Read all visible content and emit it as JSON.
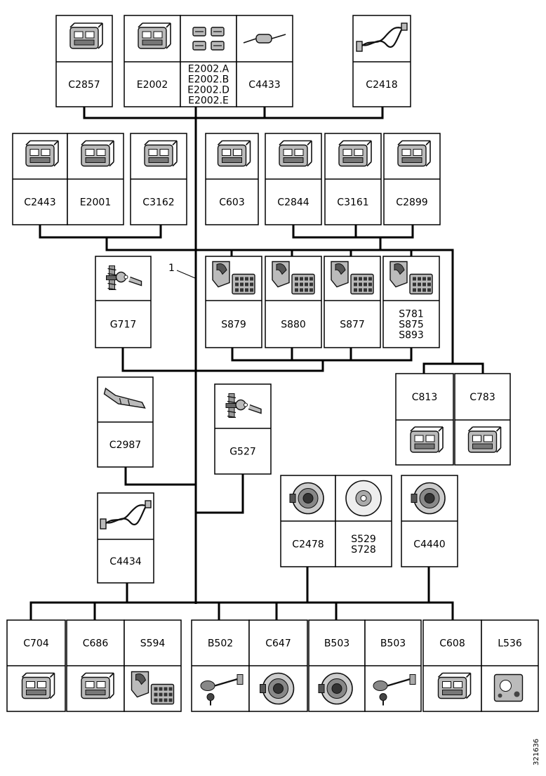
{
  "diagram": {
    "leader_label": "1",
    "figure_id": "321636"
  },
  "components": [
    {
      "id": "c2857",
      "codes": [
        "C2857"
      ],
      "icon": "connector-icon"
    },
    {
      "id": "e2002",
      "codes": [
        "E2002"
      ],
      "icon": "connector-icon"
    },
    {
      "id": "e2002-parts",
      "codes": [
        "E2002.A",
        "E2002.B",
        "E2002.D",
        "E2002.E"
      ],
      "icon": "terminal-set-icon"
    },
    {
      "id": "c4433",
      "codes": [
        "C4433"
      ],
      "icon": "inline-splice-icon"
    },
    {
      "id": "c2418",
      "codes": [
        "C2418"
      ],
      "icon": "twisted-pair-icon"
    },
    {
      "id": "c2443",
      "codes": [
        "C2443"
      ],
      "icon": "connector-icon"
    },
    {
      "id": "e2001",
      "codes": [
        "E2001"
      ],
      "icon": "connector-icon"
    },
    {
      "id": "c3162",
      "codes": [
        "C3162"
      ],
      "icon": "connector-icon"
    },
    {
      "id": "c603",
      "codes": [
        "C603"
      ],
      "icon": "connector-icon"
    },
    {
      "id": "c2844",
      "codes": [
        "C2844"
      ],
      "icon": "connector-icon"
    },
    {
      "id": "c3161",
      "codes": [
        "C3161"
      ],
      "icon": "connector-icon"
    },
    {
      "id": "c2899",
      "codes": [
        "C2899"
      ],
      "icon": "connector-icon"
    },
    {
      "id": "g717",
      "codes": [
        "G717"
      ],
      "icon": "ground-bolt-icon"
    },
    {
      "id": "s879",
      "codes": [
        "S879"
      ],
      "icon": "splice-connector-icon"
    },
    {
      "id": "s880",
      "codes": [
        "S880"
      ],
      "icon": "splice-connector-icon"
    },
    {
      "id": "s877",
      "codes": [
        "S877"
      ],
      "icon": "splice-connector-icon"
    },
    {
      "id": "s781",
      "codes": [
        "S781",
        "S875",
        "S893"
      ],
      "icon": "splice-connector-icon"
    },
    {
      "id": "c813",
      "codes": [
        "C813"
      ],
      "icon": "connector-icon"
    },
    {
      "id": "c783",
      "codes": [
        "C783"
      ],
      "icon": "connector-icon"
    },
    {
      "id": "c2987",
      "codes": [
        "C2987"
      ],
      "icon": "terminal-icon"
    },
    {
      "id": "g527",
      "codes": [
        "G527"
      ],
      "icon": "ground-bolt-icon"
    },
    {
      "id": "c2478",
      "codes": [
        "C2478"
      ],
      "icon": "round-connector-icon"
    },
    {
      "id": "s529",
      "codes": [
        "S529",
        "S728"
      ],
      "icon": "grommet-icon"
    },
    {
      "id": "c4440",
      "codes": [
        "C4440"
      ],
      "icon": "round-connector-icon"
    },
    {
      "id": "c4434",
      "codes": [
        "C4434"
      ],
      "icon": "twisted-pair-icon"
    },
    {
      "id": "c704",
      "codes": [
        "C704"
      ],
      "icon": "connector-icon"
    },
    {
      "id": "c686",
      "codes": [
        "C686"
      ],
      "icon": "connector-icon"
    },
    {
      "id": "s594",
      "codes": [
        "S594"
      ],
      "icon": "splice-connector-icon"
    },
    {
      "id": "b502",
      "codes": [
        "B502"
      ],
      "icon": "sensor-icon"
    },
    {
      "id": "c647",
      "codes": [
        "C647"
      ],
      "icon": "round-connector-icon"
    },
    {
      "id": "b503a",
      "codes": [
        "B503"
      ],
      "icon": "round-connector-icon"
    },
    {
      "id": "b503b",
      "codes": [
        "B503"
      ],
      "icon": "sensor-icon"
    },
    {
      "id": "c608",
      "codes": [
        "C608"
      ],
      "icon": "connector-icon"
    },
    {
      "id": "l536",
      "codes": [
        "L536"
      ],
      "icon": "lamp-holder-icon"
    }
  ]
}
